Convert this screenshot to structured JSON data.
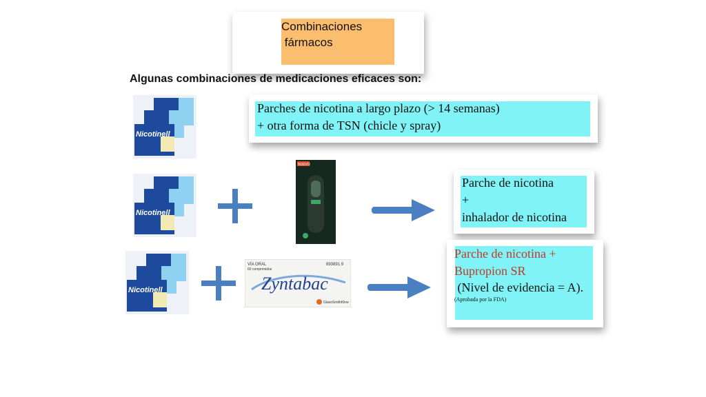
{
  "title": {
    "line1": "Combinaciones",
    "line2": " fármacos"
  },
  "heading": "Algunas combinaciones de medicaciones eficaces son:",
  "combo1": {
    "line1": "Parches de nicotina a largo plazo (> 14 semanas)",
    "line2": "+ otra forma de TSN (chicle y spray)"
  },
  "combo2": {
    "line1": "Parche de nicotina",
    "line2": "+",
    "line3": "inhalador de nicotina"
  },
  "combo3": {
    "line1": "Parche de nicotina +",
    "line2": "Bupropion SR",
    "line3": " (Nivel de evidencia = A).",
    "line4": "(Aprobada por la FDA)"
  },
  "products": {
    "nicotinell_brand": "Nicotinell",
    "zyntabac_brand": "Zyntabac",
    "zyntabac_route": "VÍA ORAL",
    "zyntabac_count": "60 comprimidos",
    "zyntabac_code": "893891.9",
    "zyntabac_maker": "GlaxoSmithKline",
    "inhaler_badge": "NUEVO"
  },
  "colors": {
    "title_bg": "#fbbd6e",
    "text_box_bg": "#7ff3f6",
    "accent_red": "#c0392b",
    "arrow_blue": "#4a7fc1"
  }
}
